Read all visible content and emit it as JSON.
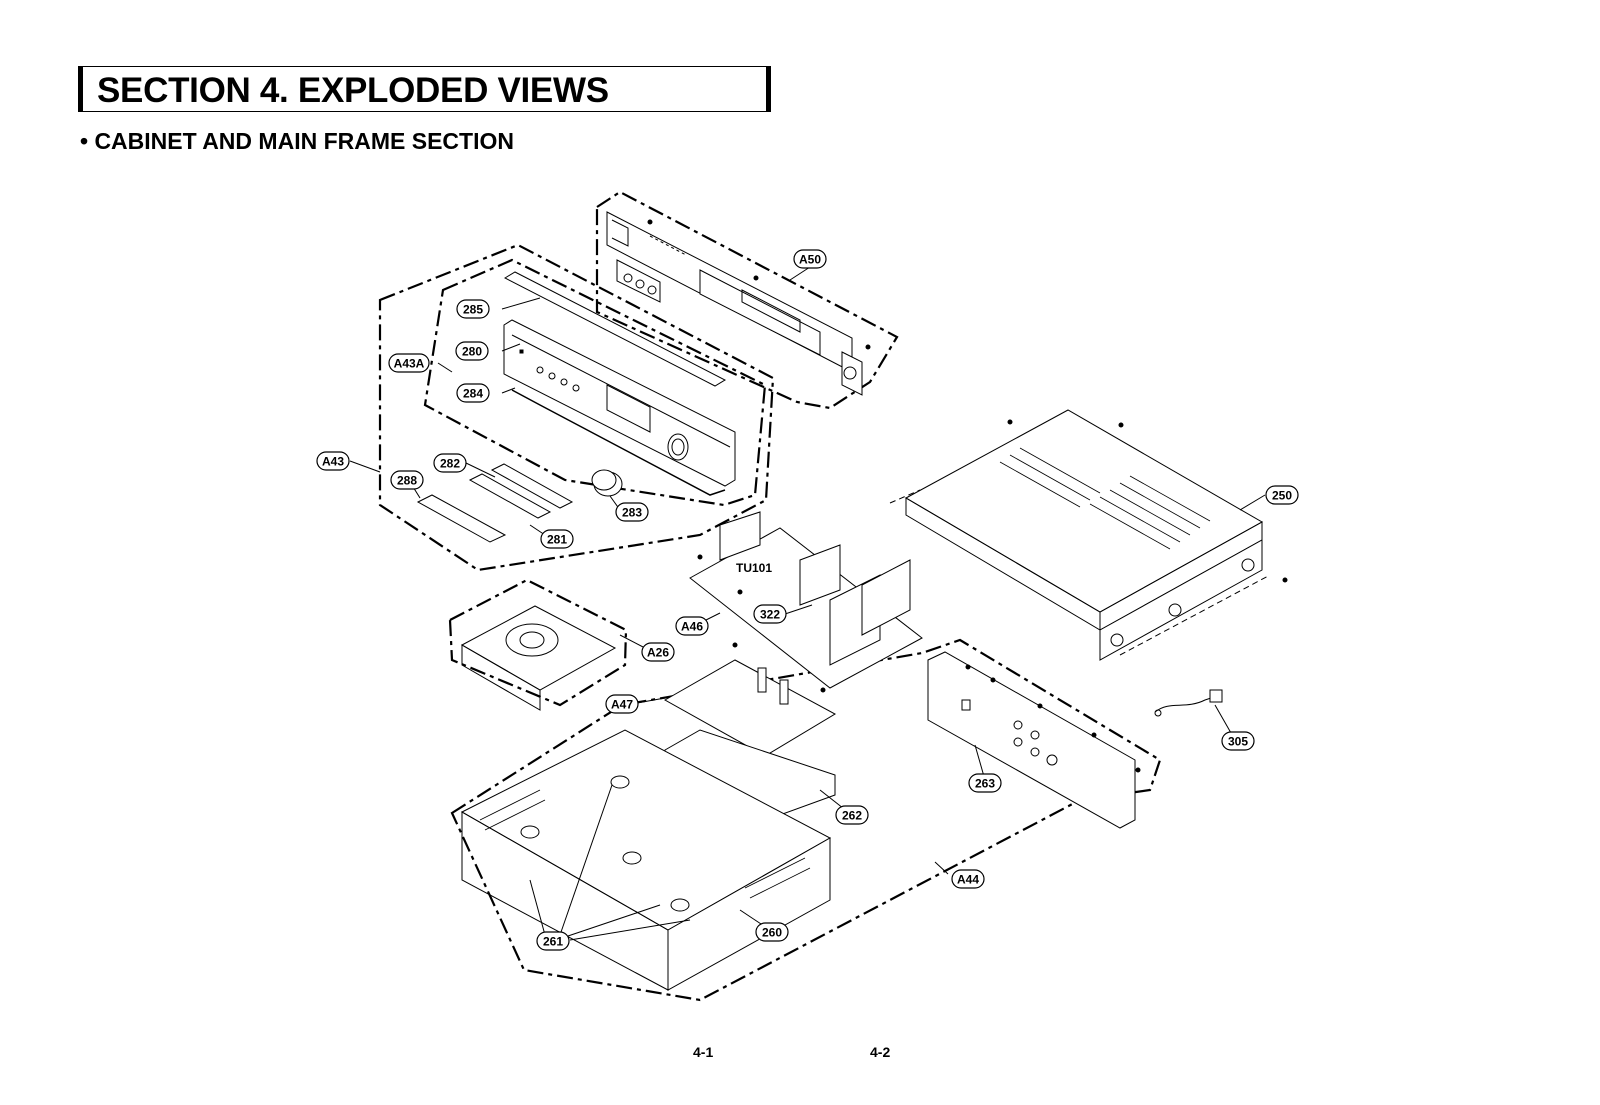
{
  "header": {
    "title": "SECTION 4. EXPLODED VIEWS",
    "subtitle": "• CABINET AND MAIN FRAME SECTION"
  },
  "footer": {
    "page_left": "4-1",
    "page_right": "4-2"
  },
  "diagram": {
    "parts": [
      {
        "id": "A50",
        "label": "A50"
      },
      {
        "id": "285",
        "label": "285"
      },
      {
        "id": "280",
        "label": "280"
      },
      {
        "id": "A43A",
        "label": "A43A"
      },
      {
        "id": "284",
        "label": "284"
      },
      {
        "id": "A43",
        "label": "A43"
      },
      {
        "id": "282",
        "label": "282"
      },
      {
        "id": "288",
        "label": "288"
      },
      {
        "id": "283",
        "label": "283"
      },
      {
        "id": "281",
        "label": "281"
      },
      {
        "id": "250",
        "label": "250"
      },
      {
        "id": "322",
        "label": "322"
      },
      {
        "id": "A46",
        "label": "A46"
      },
      {
        "id": "A26",
        "label": "A26"
      },
      {
        "id": "A47",
        "label": "A47"
      },
      {
        "id": "305",
        "label": "305"
      },
      {
        "id": "263",
        "label": "263"
      },
      {
        "id": "262",
        "label": "262"
      },
      {
        "id": "A44",
        "label": "A44"
      },
      {
        "id": "260",
        "label": "260"
      },
      {
        "id": "261",
        "label": "261"
      }
    ],
    "component_labels": {
      "tuner": "TU101"
    }
  }
}
